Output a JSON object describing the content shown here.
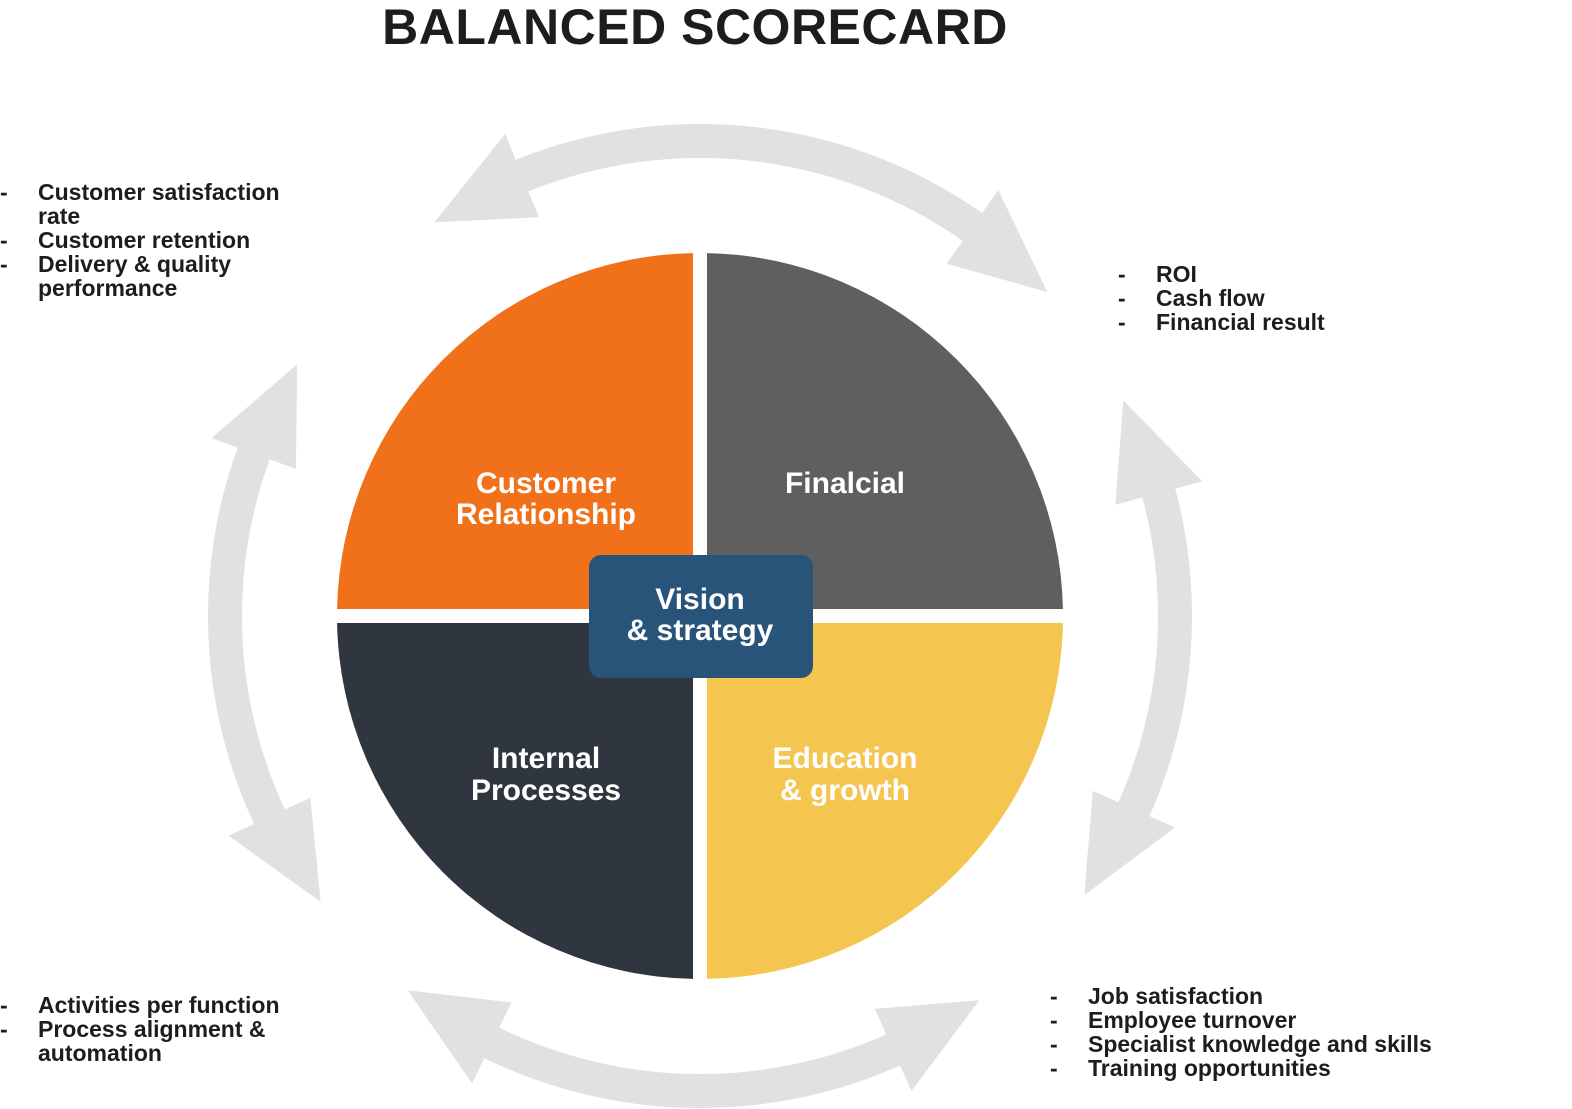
{
  "title": "BALANCED SCORECARD",
  "center": {
    "line1": "Vision",
    "line2": "& strategy"
  },
  "quadrants": {
    "customer": {
      "line1": "Customer",
      "line2": "Relationship",
      "color": "#F07119"
    },
    "financial": {
      "line1": "Finalcial",
      "color": "#5F5F5F"
    },
    "internal": {
      "line1": "Internal",
      "line2": "Processes",
      "color": "#2F3640"
    },
    "education": {
      "line1": "Education",
      "line2": "& growth",
      "color": "#F4C650"
    }
  },
  "center_color": "#28547A",
  "arrow_color": "#E1E1E3",
  "kpis": {
    "customer": [
      "Customer satisfaction rate",
      "Customer retention",
      "Delivery & quality performance"
    ],
    "financial": [
      "ROI",
      "Cash flow",
      "Financial result"
    ],
    "internal": [
      "Activities per function",
      "Process alignment & automation"
    ],
    "education": [
      "Job satisfaction",
      "Employee turnover",
      "Specialist knowledge and skills",
      "Training opportunities"
    ]
  }
}
